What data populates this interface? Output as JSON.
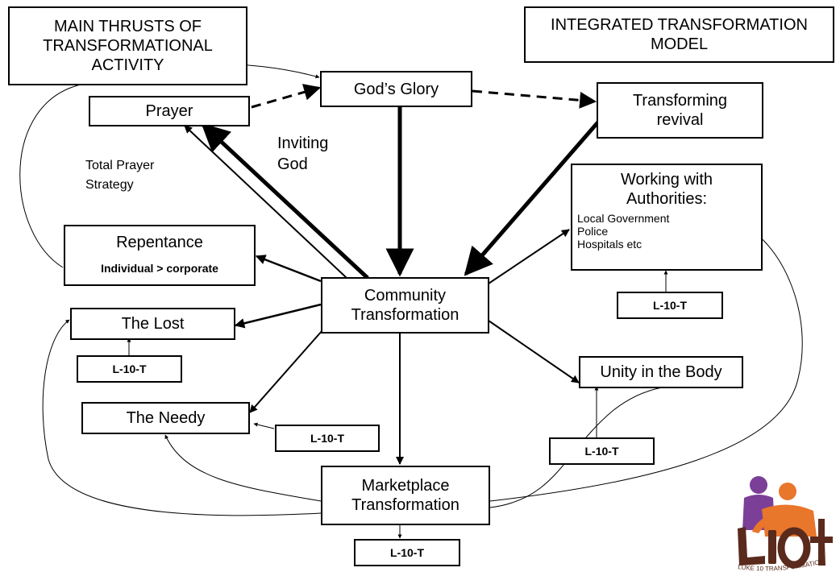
{
  "titles": {
    "left": "MAIN THRUSTS OF TRANSFORMATIONAL ACTIVITY",
    "right": "INTEGRATED TRANSFORMATION MODEL"
  },
  "nodes": {
    "gods_glory": "God’s Glory",
    "prayer": "Prayer",
    "transforming_revival": "Transforming revival",
    "working_authorities": {
      "title": "Working with Authorities:",
      "items": [
        "Local Government",
        "Police",
        "Hospitals etc"
      ]
    },
    "repentance": {
      "title": "Repentance",
      "subtitle": "Individual > corporate"
    },
    "community_transformation": "Community Transformation",
    "the_lost": "The Lost",
    "the_needy": "The Needy",
    "unity": "Unity in the Body",
    "marketplace": "Marketplace Transformation"
  },
  "l10t_label": "L-10-T",
  "annotations": {
    "inviting_god": "Inviting God",
    "total_prayer": "Total Prayer Strategy"
  },
  "logo": {
    "text": "L10t",
    "tagline": "LUKE 10 TRANSFORMATION",
    "colors": {
      "purple": "#7b3f98",
      "orange": "#e8762b",
      "brown": "#5a2a1c"
    }
  }
}
